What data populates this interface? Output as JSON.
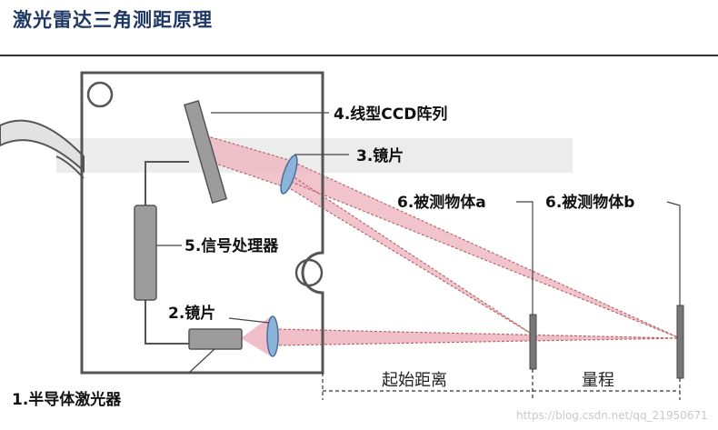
{
  "title": "激光雷达三角测距原理",
  "labels": {
    "ccd": "4.线型CCD阵列",
    "lens3": "3.镜片",
    "object_a": "6.被测物体a",
    "object_b": "6.被测物体b",
    "processor": "5.信号处理器",
    "lens2": "2.镜片",
    "laser": "1.半导体激光器",
    "start_distance": "起始距离",
    "range": "量程"
  },
  "watermark": "https://blog.csdn.net/qq_21950671",
  "colors": {
    "beam_fill": "#eeb8c4",
    "beam_edge": "#b86a6a",
    "housing": "#555555",
    "lens": "#8ab4da",
    "component": "#9c9c9c",
    "highlight_band": "#ececec",
    "title": "#1f3864"
  }
}
